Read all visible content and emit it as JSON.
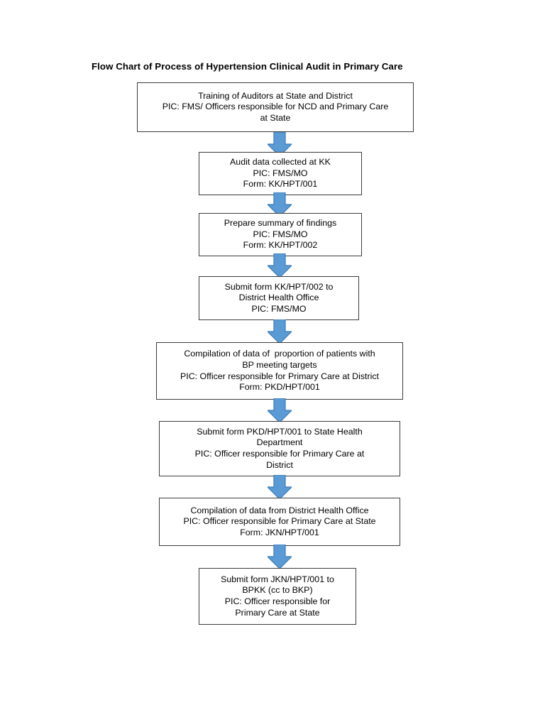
{
  "page": {
    "title": "Flow Chart of Process of Hypertension Clinical Audit in Primary Care",
    "background_color": "#ffffff",
    "text_color": "#000000"
  },
  "style": {
    "box_fill": "#ffffff",
    "box_border": "#3b3b3b",
    "arrow_fill": "#5b9bd5",
    "arrow_border": "#3c7cb5"
  },
  "chart_data": {
    "type": "diagram",
    "diagram_kind": "flowchart",
    "orientation": "top-to-bottom",
    "title": "Flow Chart of Process of Hypertension Clinical Audit in Primary Care",
    "node_count": 8,
    "connector_count": 7,
    "connector_type": "down-block-arrow",
    "nodes": [
      {
        "id": "n1",
        "shape": "rectangle",
        "lines": [
          "Training of Auditors at State and District",
          "PIC: FMS/ Officers responsible for NCD and Primary Care",
          "at State"
        ]
      },
      {
        "id": "n2",
        "shape": "rectangle",
        "lines": [
          "Audit data collected at KK",
          "PIC: FMS/MO",
          "Form: KK/HPT/001"
        ]
      },
      {
        "id": "n3",
        "shape": "rectangle",
        "lines": [
          "Prepare summary of findings",
          "PIC: FMS/MO",
          "Form: KK/HPT/002"
        ]
      },
      {
        "id": "n4",
        "shape": "rectangle",
        "lines": [
          "Submit form KK/HPT/002 to",
          "District Health Office",
          "PIC: FMS/MO"
        ]
      },
      {
        "id": "n5",
        "shape": "rectangle",
        "lines": [
          "Compilation of data of  proportion of patients with",
          "BP meeting targets",
          "PIC: Officer responsible for Primary Care at District",
          "Form: PKD/HPT/001"
        ]
      },
      {
        "id": "n6",
        "shape": "rectangle",
        "lines": [
          "Submit form PKD/HPT/001 to State Health",
          "Department",
          "PIC: Officer responsible for Primary Care at",
          "District"
        ]
      },
      {
        "id": "n7",
        "shape": "rectangle",
        "lines": [
          "Compilation of data from District Health Office",
          "PIC: Officer responsible for Primary Care at State",
          "Form: JKN/HPT/001"
        ]
      },
      {
        "id": "n8",
        "shape": "rectangle",
        "lines": [
          "Submit form JKN/HPT/001 to",
          "BPKK (cc to BKP)",
          "PIC: Officer responsible for",
          "Primary Care at State"
        ]
      }
    ],
    "edges": [
      {
        "from": "n1",
        "to": "n2"
      },
      {
        "from": "n2",
        "to": "n3"
      },
      {
        "from": "n3",
        "to": "n4"
      },
      {
        "from": "n4",
        "to": "n5"
      },
      {
        "from": "n5",
        "to": "n6"
      },
      {
        "from": "n6",
        "to": "n7"
      },
      {
        "from": "n7",
        "to": "n8"
      }
    ]
  }
}
